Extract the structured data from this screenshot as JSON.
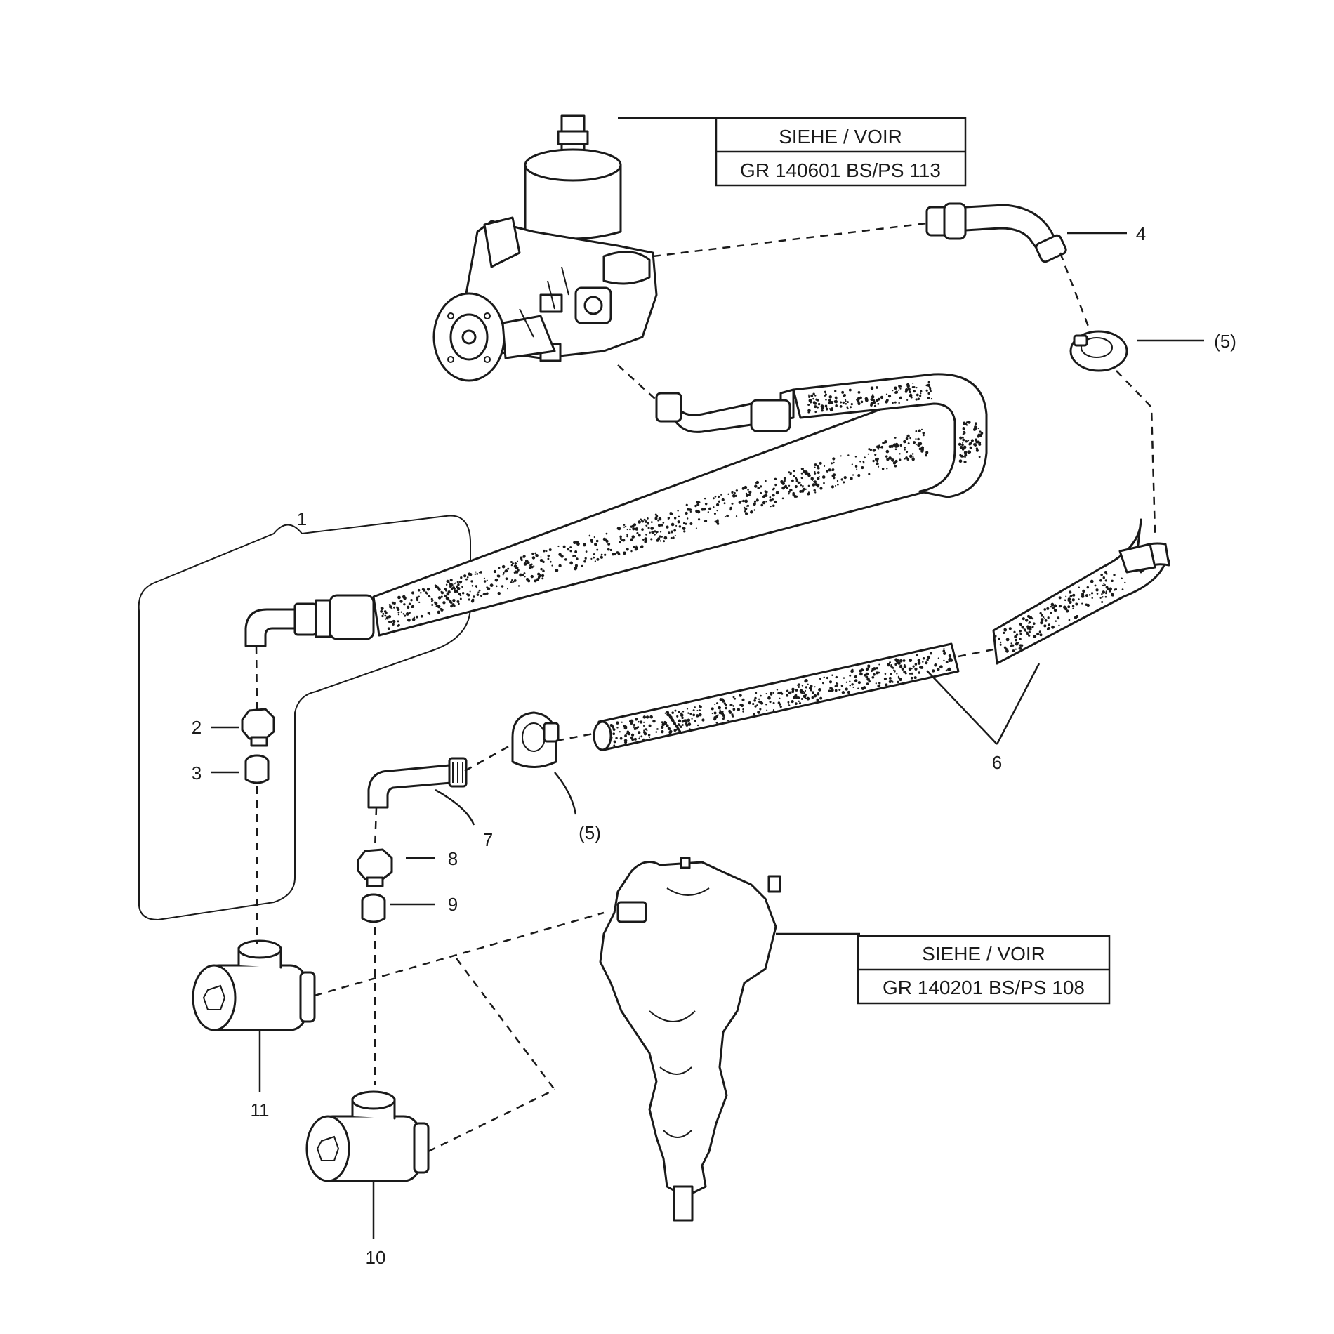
{
  "references": [
    {
      "line1": "SIEHE / VOIR",
      "line2": "GR  140601 BS/PS  113"
    },
    {
      "line1": "SIEHE / VOIR",
      "line2": "GR 140201 BS/PS  108"
    }
  ],
  "callouts": [
    "1",
    "2",
    "3",
    "4",
    "(5)",
    "(5)",
    "6",
    "7",
    "8",
    "9",
    "10",
    "11"
  ],
  "parts": [
    "power-steering-pump",
    "steering-gear"
  ],
  "colors": {
    "ink": "#1a1a1a",
    "paper": "#ffffff"
  }
}
